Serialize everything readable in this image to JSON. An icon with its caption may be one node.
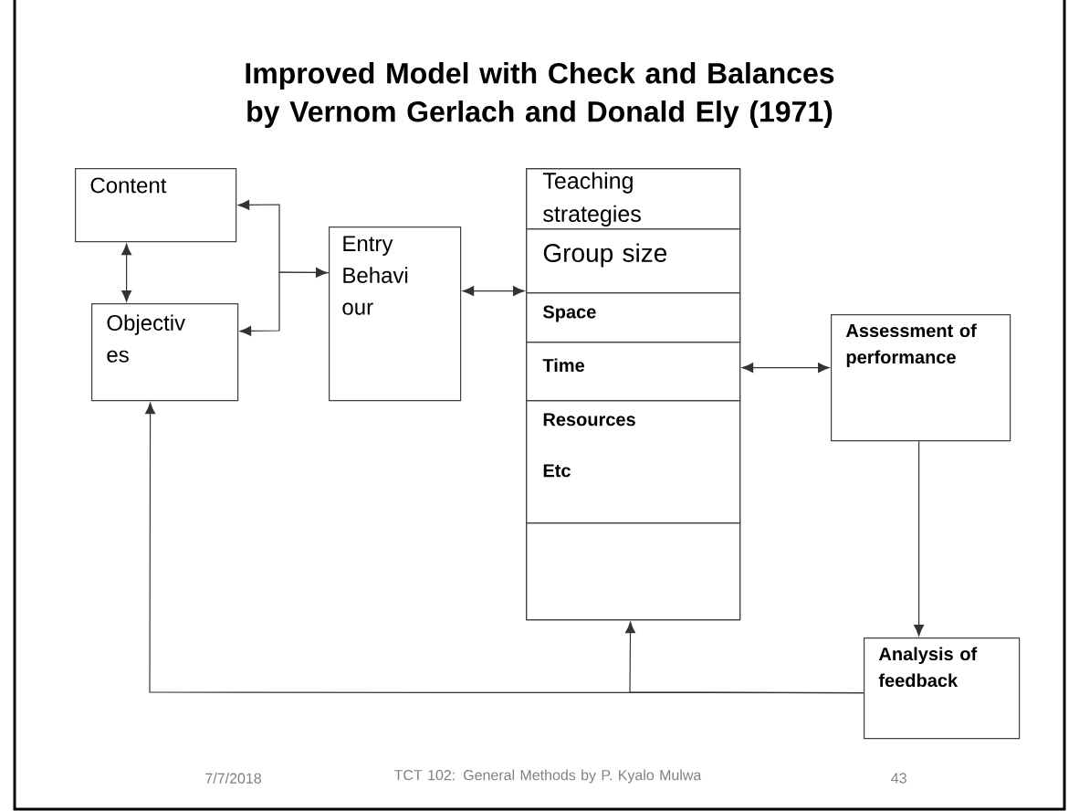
{
  "diagram": {
    "title": "Improved Model with Check and Balances by Vernom Gerlach and Donald Ely (1971)",
    "nodes": [
      {
        "text": [
          "Content"
        ]
      },
      {
        "text": [
          "Objectiv es"
        ]
      },
      {
        "text": [
          "Entry Behavi our"
        ]
      },
      {
        "text": [],
        "shape": "box"
      },
      {
        "text": [
          "Teaching strategies"
        ],
        "in": 3
      },
      {
        "text": [
          "Group size"
        ],
        "in": 3
      },
      {
        "text": [
          "Space"
        ],
        "in": 3
      },
      {
        "text": [
          "Time"
        ],
        "in": 3
      },
      {
        "text": [
          "Resources",
          "Etc"
        ],
        "in": 3
      },
      {
        "text": [],
        "shape": "box",
        "in": 3
      },
      {
        "text": [
          "Assessment of performance"
        ]
      },
      {
        "text": [
          "Analysis of feedback"
        ]
      }
    ],
    "edges": [
      {
        "from": 0,
        "to": 1,
        "arrow": "both"
      },
      {
        "from": 2,
        "to": 0,
        "arrow": "both"
      },
      {
        "from": 2,
        "to": 1,
        "arrow": "to"
      },
      {
        "from": 2,
        "to": 3,
        "arrow": "both"
      },
      {
        "from": 7,
        "to": 10,
        "arrow": "both"
      },
      {
        "from": 10,
        "to": 11,
        "arrow": "to"
      },
      {
        "from": 11,
        "to": 1,
        "arrow": "to"
      },
      {
        "from": 11,
        "to": 3,
        "arrow": "to"
      }
    ],
    "labels": [
      "7/7/2018",
      "TCT 102: General Methods by P. Kyalo Mulwa",
      "43"
    ]
  }
}
